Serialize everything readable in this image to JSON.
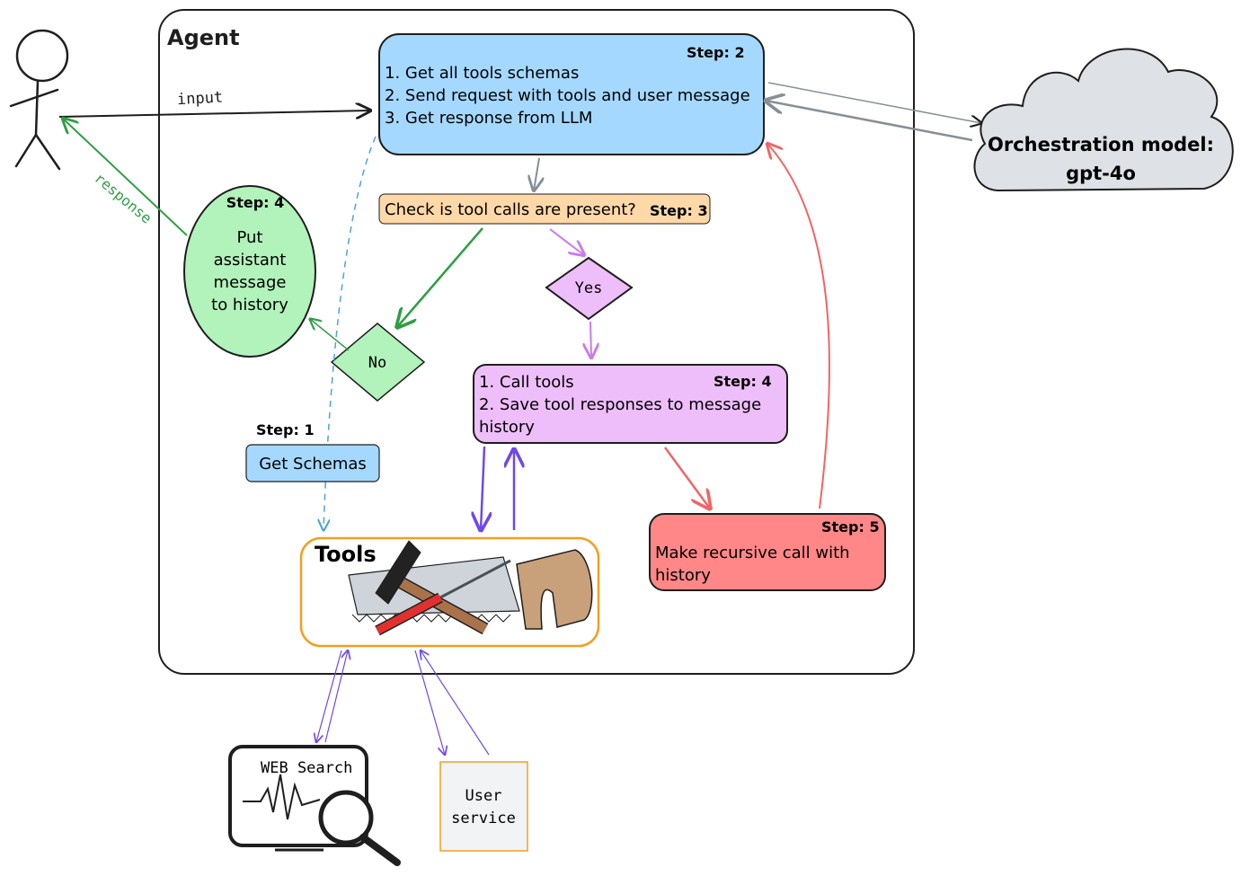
{
  "agent": {
    "title": "Agent"
  },
  "arrows": {
    "input_label": "input",
    "response_label": "response"
  },
  "step2": {
    "badge": "Step: 2",
    "lines": [
      "1. Get all tools schemas",
      "2. Send request with tools and user message",
      "3. Get response from LLM"
    ],
    "color": "#a5d8ff"
  },
  "step3": {
    "text": "Check is tool calls are present?",
    "badge": "Step: 3",
    "color": "#ffd8a8"
  },
  "decision_yes": {
    "label": "Yes",
    "color": "#eebefa"
  },
  "decision_no": {
    "label": "No",
    "color": "#b2f2bb"
  },
  "step4_left": {
    "badge": "Step: 4",
    "lines": [
      "Put",
      "assistant",
      "message",
      "to history"
    ],
    "color": "#b2f2bb"
  },
  "step4_right": {
    "badge": "Step: 4",
    "lines": [
      "1. Call tools",
      "2. Save tool responses to message",
      "history"
    ],
    "color": "#eebefa"
  },
  "step1": {
    "badge": "Step: 1",
    "label": "Get Schemas",
    "color": "#a5d8ff"
  },
  "step5": {
    "badge": "Step: 5",
    "lines": [
      "Make recursive call with",
      "history"
    ],
    "color": "#ff8787"
  },
  "tools": {
    "title": "Tools",
    "border_color": "#f0a020"
  },
  "web_search": {
    "label": "WEB Search",
    "icon": "monitor-magnifier-icon"
  },
  "user_service": {
    "lines": [
      "User",
      "service"
    ],
    "border_color": "#f0a020"
  },
  "orchestration": {
    "lines": [
      "Orchestration model:",
      "gpt-4o"
    ],
    "color": "#dee2e6"
  },
  "colors": {
    "green": "#2f9e44",
    "purple": "#7048e8",
    "red": "#f06565",
    "gray": "#868e96",
    "blue_dashed": "#4da3d9",
    "pink": "#cc7ae8"
  }
}
